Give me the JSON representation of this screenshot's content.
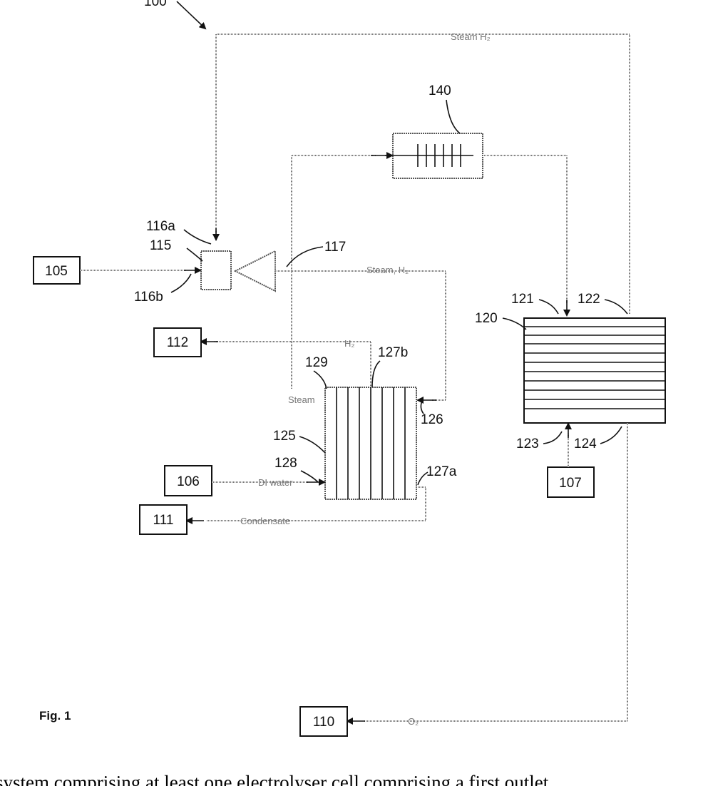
{
  "labels": {
    "system": "100",
    "mixer": "115",
    "mixer_top": "116a",
    "mixer_left": "116b",
    "ejector": "117",
    "heater": "140",
    "electrolyser": "120",
    "elec_in": "121",
    "elec_h2_out": "122",
    "elec_air_in": "123",
    "elec_o2_out": "124",
    "steam_gen": "125",
    "sg_in": "126",
    "sg_cond_out": "127a",
    "sg_h2_out": "127b",
    "sg_water_in": "128",
    "sg_steam_out": "129",
    "src_105": "105",
    "src_106": "106",
    "src_107": "107",
    "out_110": "110",
    "out_111": "111",
    "out_112": "112"
  },
  "streams": {
    "top_steam_h2": "Steam H₂",
    "mid_steam_h2": "Steam, H₂",
    "h2": "H₂",
    "steam": "Steam",
    "di_water": "DI water",
    "condensate": "Condensate",
    "o2": "O₂"
  },
  "figure_label": "Fig. 1",
  "caption": "system comprising at least one electrolyser cell comprising a first outlet"
}
